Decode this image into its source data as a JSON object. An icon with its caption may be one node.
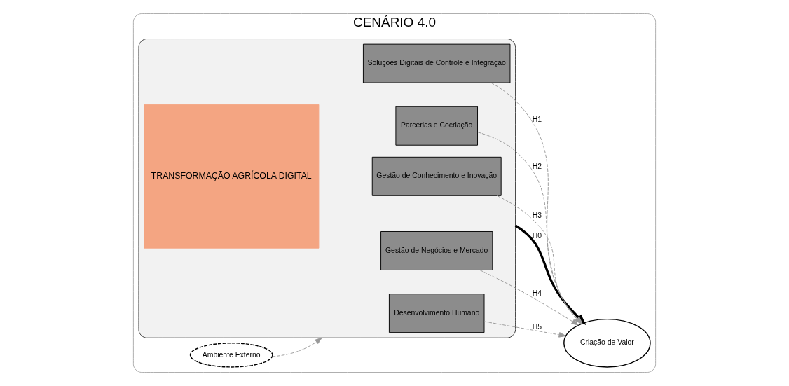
{
  "diagram": {
    "nodes": [
      {
        "text": [
          "CENÁRIO 4.0"
        ]
      },
      {
        "text": [],
        "shape": "box",
        "in": 0
      },
      {
        "text": [
          "TRANSFORMAÇÃO AGRÍCOLA DIGITAL"
        ],
        "in": 1
      },
      {
        "text": [
          "Soluções Digitais de Controle e Integração"
        ],
        "in": 1
      },
      {
        "text": [
          "Parcerias e Cocriação"
        ],
        "in": 1
      },
      {
        "text": [
          "Gestão de Conhecimento e Inovação"
        ],
        "in": 1
      },
      {
        "text": [
          "Gestão de Negócios e Mercado"
        ],
        "in": 1
      },
      {
        "text": [
          "Desenvolvimento Humano"
        ],
        "in": 1
      },
      {
        "text": [
          "Ambiente Externo"
        ],
        "in": 0
      },
      {
        "text": [
          "Criação de Valor"
        ],
        "in": 0
      }
    ],
    "edges": [
      {
        "from": 8,
        "to": 1,
        "arrow": "to",
        "style": "dashed"
      },
      {
        "from": 3,
        "to": 9,
        "arrow": "to",
        "label": "H1",
        "style": "dashed"
      },
      {
        "from": 4,
        "to": 9,
        "arrow": "to",
        "label": "H2",
        "style": "dashed"
      },
      {
        "from": 1,
        "to": 9,
        "arrow": "to",
        "label": "H0",
        "style": "thick",
        "color": "#000000"
      },
      {
        "from": 5,
        "to": 9,
        "arrow": "to",
        "label": "H3",
        "style": "dashed"
      },
      {
        "from": 6,
        "to": 9,
        "arrow": "to",
        "label": "H4",
        "style": "dashed"
      },
      {
        "from": 7,
        "to": 9,
        "arrow": "to",
        "label": "H5",
        "style": "dashed"
      }
    ]
  }
}
